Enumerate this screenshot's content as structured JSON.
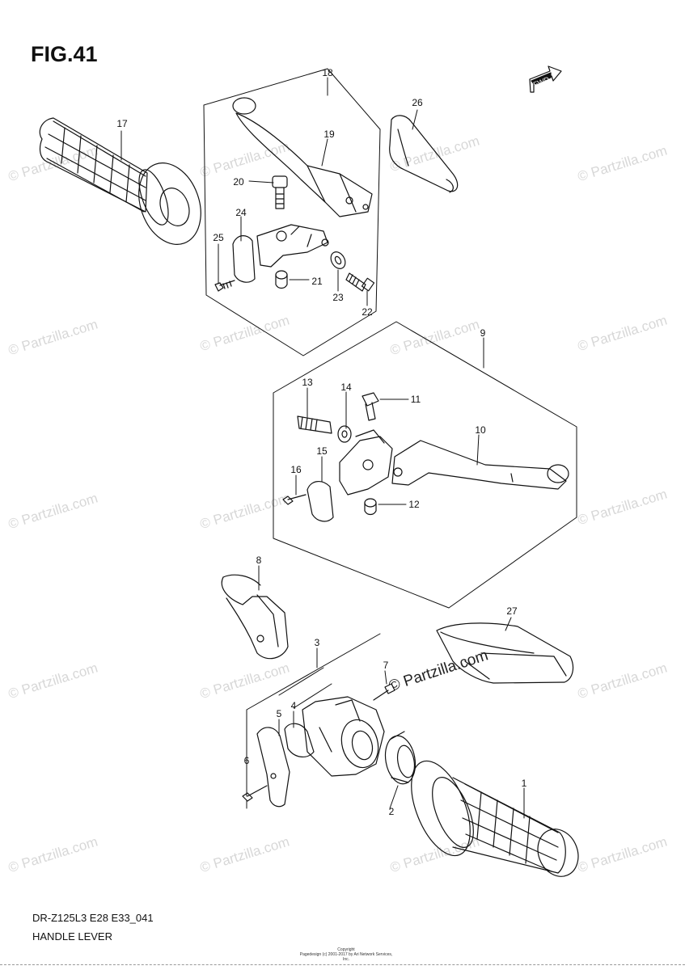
{
  "figure": {
    "title": "FIG.41",
    "model_code": "DR-Z125L3 E28 E33_041",
    "section_name": "HANDLE LEVER",
    "copyright_line1": "Copyright",
    "copyright_line2": "Pagedesign (c) 2001-2017 by Ari Network Services, Inc.",
    "fwd_label": "FWD",
    "watermark": "© Partzilla.com"
  },
  "callouts": [
    {
      "id": "c1",
      "label": "1"
    },
    {
      "id": "c2",
      "label": "2"
    },
    {
      "id": "c3",
      "label": "3"
    },
    {
      "id": "c4",
      "label": "4"
    },
    {
      "id": "c5",
      "label": "5"
    },
    {
      "id": "c6",
      "label": "6"
    },
    {
      "id": "c7",
      "label": "7"
    },
    {
      "id": "c8",
      "label": "8"
    },
    {
      "id": "c9",
      "label": "9"
    },
    {
      "id": "c10",
      "label": "10"
    },
    {
      "id": "c11",
      "label": "11"
    },
    {
      "id": "c12",
      "label": "12"
    },
    {
      "id": "c13",
      "label": "13"
    },
    {
      "id": "c14",
      "label": "14"
    },
    {
      "id": "c15",
      "label": "15"
    },
    {
      "id": "c16",
      "label": "16"
    },
    {
      "id": "c17",
      "label": "17"
    },
    {
      "id": "c18",
      "label": "18"
    },
    {
      "id": "c19",
      "label": "19"
    },
    {
      "id": "c20",
      "label": "20"
    },
    {
      "id": "c21",
      "label": "21"
    },
    {
      "id": "c22",
      "label": "22"
    },
    {
      "id": "c23",
      "label": "23"
    },
    {
      "id": "c24",
      "label": "24"
    },
    {
      "id": "c25",
      "label": "25"
    },
    {
      "id": "c26",
      "label": "26"
    },
    {
      "id": "c27",
      "label": "27"
    }
  ]
}
